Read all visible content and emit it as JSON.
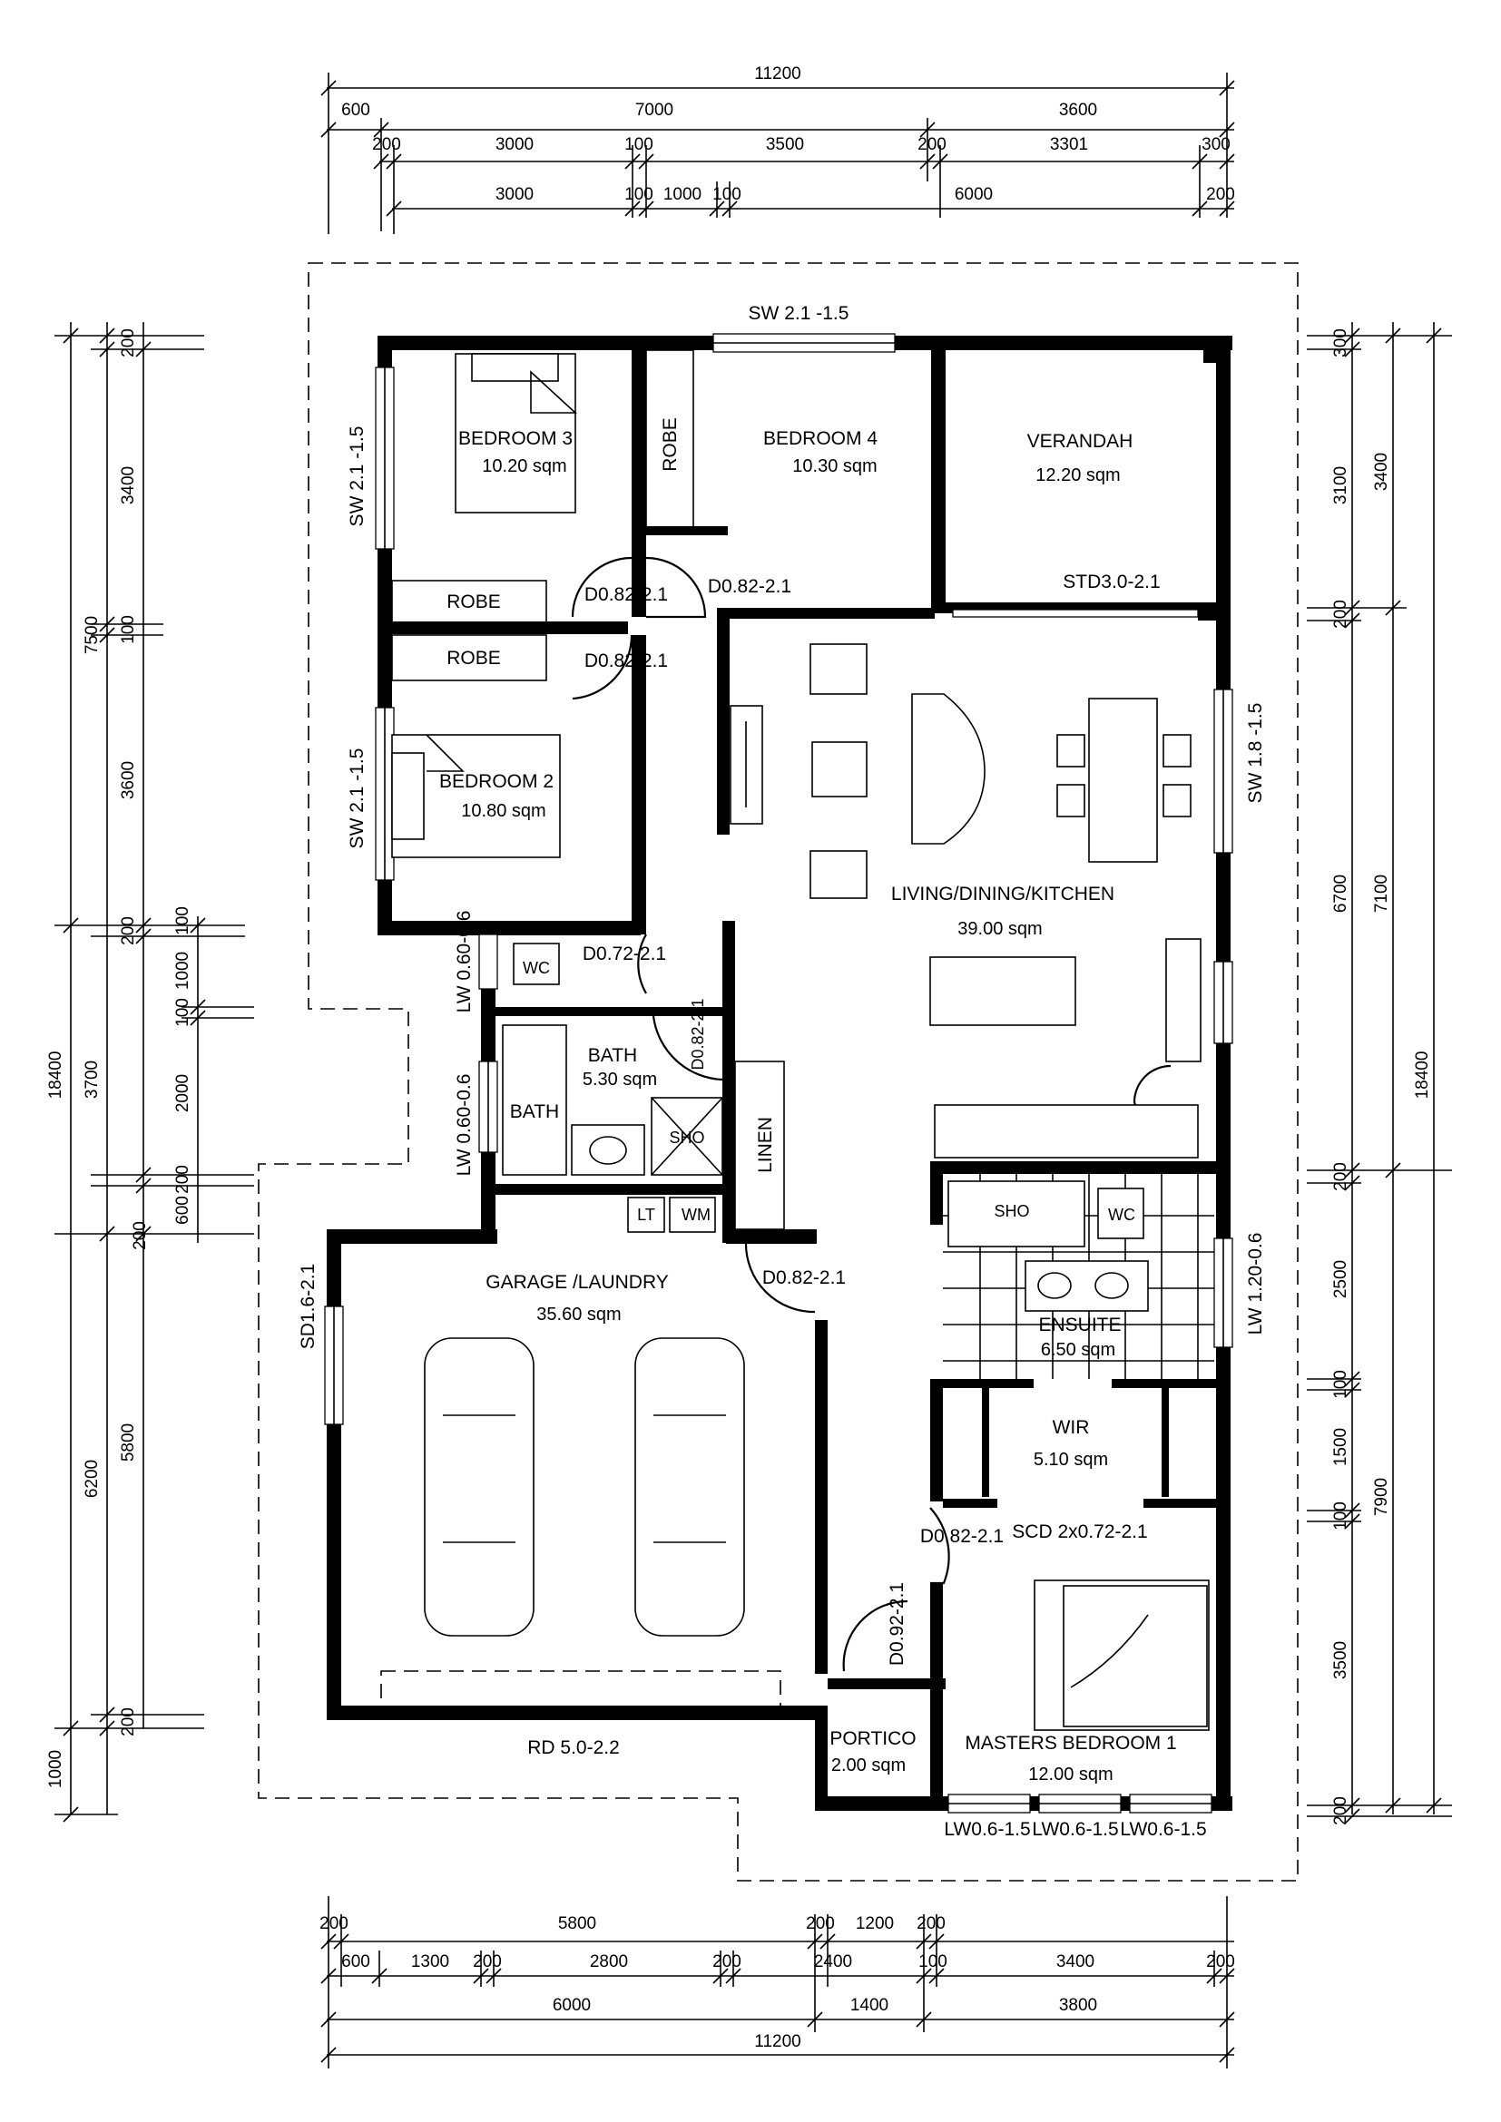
{
  "rooms": {
    "bedroom3": {
      "name": "BEDROOM 3",
      "area": "10.20 sqm"
    },
    "bedroom4": {
      "name": "BEDROOM 4",
      "area": "10.30 sqm"
    },
    "verandah": {
      "name": "VERANDAH",
      "area": "12.20 sqm"
    },
    "bedroom2": {
      "name": "BEDROOM 2",
      "area": "10.80 sqm"
    },
    "living": {
      "name": "LIVING/DINING/KITCHEN",
      "area": "39.00 sqm"
    },
    "bath": {
      "name": "BATH",
      "area": "5.30 sqm"
    },
    "garage": {
      "name": "GARAGE /LAUNDRY",
      "area": "35.60 sqm"
    },
    "ensuite": {
      "name": "ENSUITE",
      "area": "6.50 sqm"
    },
    "wir": {
      "name": "WIR",
      "area": "5.10 sqm"
    },
    "portico": {
      "name": "PORTICO",
      "area": "2.00 sqm"
    },
    "master": {
      "name": "MASTERS BEDROOM 1",
      "area": "12.00 sqm"
    }
  },
  "fixtures": {
    "robe": "ROBE",
    "linen": "LINEN",
    "wc": "WC",
    "sho": "SHO",
    "bath_tub": "BATH",
    "lt": "LT",
    "wm": "WM"
  },
  "openings": {
    "sw_top": "SW 2.1 -1.5",
    "sw_bed3": "SW 2.1 -1.5",
    "sw_bed2": "SW 2.1 -1.5",
    "sw_living": "SW 1.8 -1.5",
    "std_verandah": "STD3.0-2.1",
    "d_bed3": "D0.82-2.1",
    "d_bed4": "D0.82-2.1",
    "d_bed2": "D0.82-2.1",
    "d_wc": "D0.72-2.1",
    "d_bath": "D0.82-2.1",
    "d_garage": "D0.82-2.1",
    "d_master": "D0.82-2.1",
    "d_portico": "D0.92-2.1",
    "lw_wc": "LW 0.60-0.6",
    "lw_bath": "LW 0.60-0.6",
    "lw_ensuite": "LW 1.20-0.6",
    "sd_garage": "SD1.6-2.1",
    "rd_garage": "RD 5.0-2.2",
    "scd_wir": "SCD 2x0.72-2.1",
    "lw_master_1": "LW0.6-1.5",
    "lw_master_2": "LW0.6-1.5",
    "lw_master_3": "LW0.6-1.5"
  },
  "dimensions": {
    "top": {
      "row1": [
        "11200"
      ],
      "row2": [
        "600",
        "7000",
        "3600"
      ],
      "row3": [
        "200",
        "3000",
        "100",
        "3500",
        "200",
        "3301",
        "300"
      ],
      "row4": [
        "3000",
        "100",
        "1000",
        "100",
        "6000",
        "200"
      ]
    },
    "bottom": {
      "row1": [
        "200",
        "5800",
        "200",
        "1200",
        "200"
      ],
      "row2": [
        "600",
        "1300",
        "200",
        "2800",
        "200",
        "2400",
        "100",
        "3400",
        "200"
      ],
      "row3": [
        "6000",
        "1400",
        "3800"
      ],
      "row4": [
        "11200"
      ]
    },
    "left": {
      "overall": "18400",
      "outer": [
        "7500",
        "3700",
        "6200",
        "1000"
      ],
      "mid": [
        "200",
        "3400",
        "100",
        "3600",
        "200",
        "3700",
        "5800",
        "200"
      ],
      "inner": [
        "100",
        "1000",
        "100",
        "2000",
        "200",
        "600",
        "200"
      ]
    },
    "right": {
      "overall": "18400",
      "outer": [
        "3400",
        "7100",
        "7900"
      ],
      "inner": [
        "300",
        "3100",
        "200",
        "6700",
        "200",
        "2500",
        "100",
        "1500",
        "100",
        "3500",
        "200"
      ]
    }
  }
}
